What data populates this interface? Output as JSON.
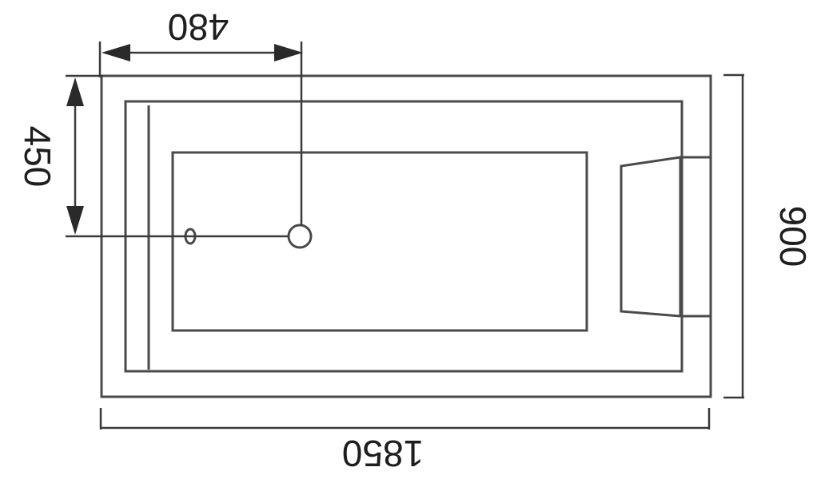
{
  "dimensions": {
    "length": "1850",
    "width": "900",
    "drain_from_left": "480",
    "drain_from_top": "450"
  },
  "colors": {
    "line": "#4a4a4a",
    "text": "#1e1e1e",
    "background": "#ffffff"
  }
}
